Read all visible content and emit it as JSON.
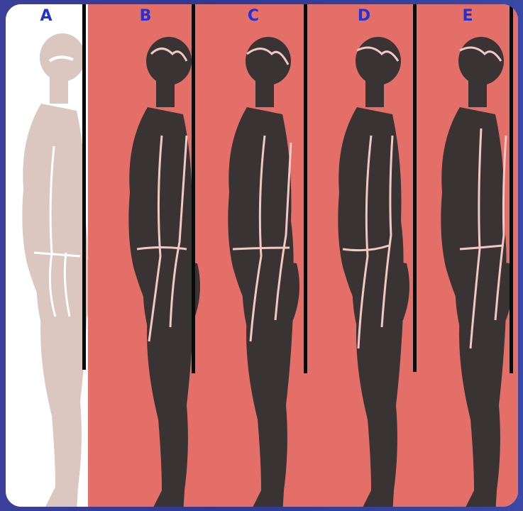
{
  "colors": {
    "panel_bg": "#e46f68",
    "figure_dark": "#3a3334",
    "figure_faded": "#dcc7c0",
    "outline": "#f3c8c3",
    "plumb_line": "#0a0a0a",
    "label": "#1f33d6"
  },
  "panels": [
    {
      "label": "A"
    },
    {
      "label": "B"
    },
    {
      "label": "C"
    },
    {
      "label": "D"
    },
    {
      "label": "E"
    }
  ]
}
